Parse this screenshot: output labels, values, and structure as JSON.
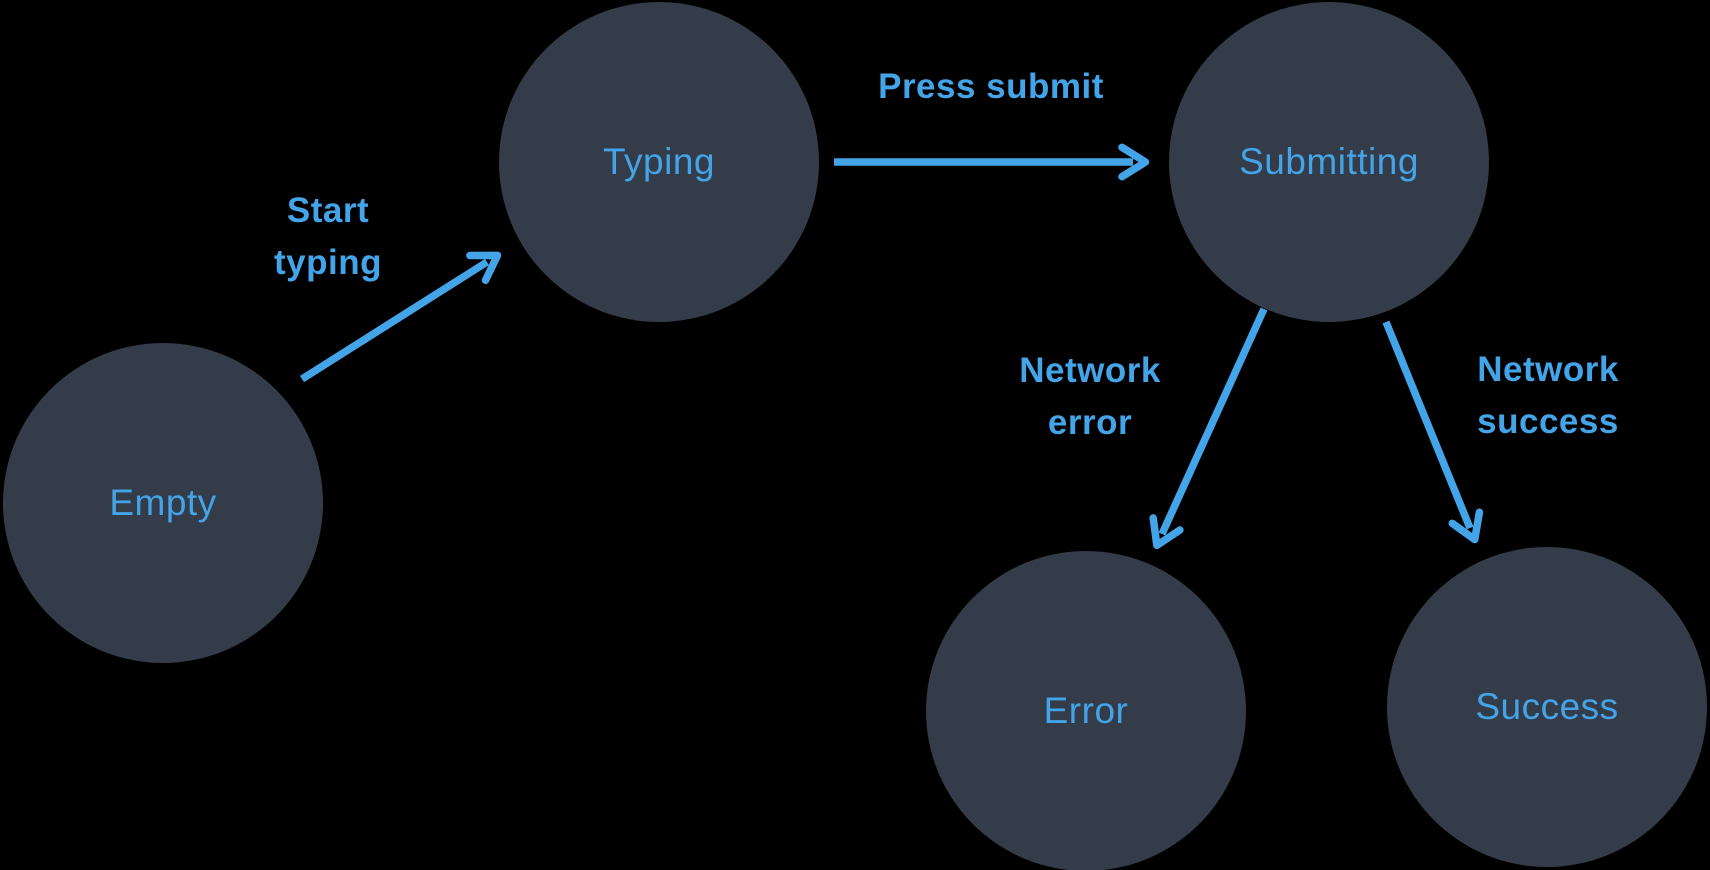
{
  "diagram": {
    "type": "state-machine",
    "background_color": "#000000",
    "node_color": "#343b49",
    "accent_color": "#43a4e8",
    "states": [
      {
        "id": "empty",
        "label": "Empty"
      },
      {
        "id": "typing",
        "label": "Typing"
      },
      {
        "id": "submitting",
        "label": "Submitting"
      },
      {
        "id": "error",
        "label": "Error"
      },
      {
        "id": "success",
        "label": "Success"
      }
    ],
    "transitions": [
      {
        "from": "empty",
        "to": "typing",
        "label_lines": [
          "Start",
          "typing"
        ]
      },
      {
        "from": "typing",
        "to": "submitting",
        "label_lines": [
          "Press submit"
        ]
      },
      {
        "from": "submitting",
        "to": "error",
        "label_lines": [
          "Network",
          "error"
        ]
      },
      {
        "from": "submitting",
        "to": "success",
        "label_lines": [
          "Network",
          "success"
        ]
      }
    ]
  }
}
